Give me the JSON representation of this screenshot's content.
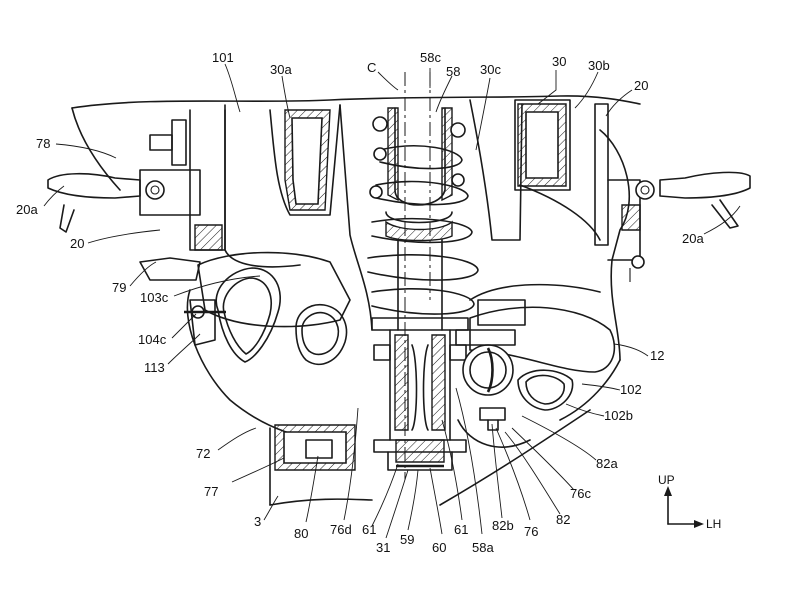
{
  "colors": {
    "line": "#1a1a1a",
    "background": "#ffffff"
  },
  "labels": {
    "l101": "101",
    "l30a": "30a",
    "lC": "C",
    "l58c": "58c",
    "l58": "58",
    "l30c": "30c",
    "l30": "30",
    "l30b": "30b",
    "l20_top": "20",
    "l78": "78",
    "l20a_left": "20a",
    "l20_left": "20",
    "l79": "79",
    "l103c": "103c",
    "l104c": "104c",
    "l113": "113",
    "l20a_right": "20a",
    "l12": "12",
    "l102": "102",
    "l102b": "102b",
    "l82a": "82a",
    "l76c": "76c",
    "l82": "82",
    "l76": "76",
    "l82b": "82b",
    "l58a": "58a",
    "l61_right": "61",
    "l60": "60",
    "l59": "59",
    "l31": "31",
    "l61_left": "61",
    "l76d": "76d",
    "l80": "80",
    "l3": "3",
    "l77": "77",
    "l72": "72"
  },
  "direction_indicator": {
    "up": "UP",
    "side": "LH"
  }
}
